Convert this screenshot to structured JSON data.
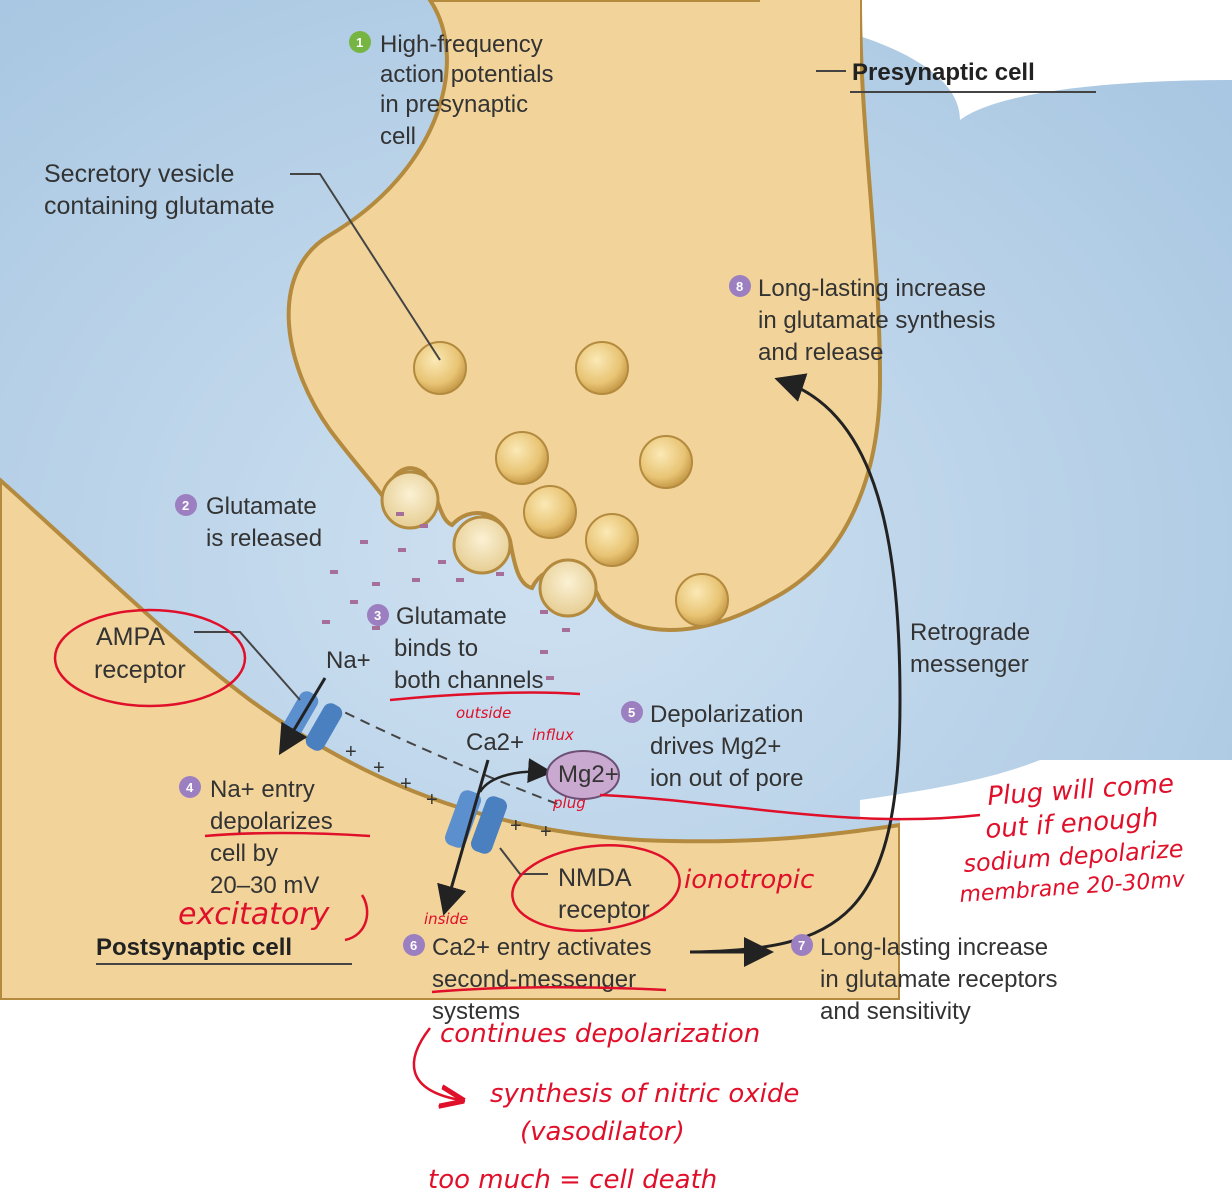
{
  "cells": {
    "presynaptic": "Presynaptic cell",
    "postsynaptic": "Postsynaptic cell"
  },
  "labels": {
    "vesicle": [
      "Secretory vesicle",
      "containing glutamate"
    ],
    "ampa": [
      "AMPA",
      "receptor"
    ],
    "nmda": [
      "NMDA",
      "receptor"
    ],
    "retrograde": [
      "Retrograde",
      "messenger"
    ],
    "na_ion": "Na+",
    "ca_ion": "Ca2+",
    "mg_ion": "Mg2+"
  },
  "steps": [
    {
      "num": "1",
      "lines": [
        "High-frequency",
        "action potentials",
        "in presynaptic",
        "cell"
      ],
      "color": "#76b542"
    },
    {
      "num": "2",
      "lines": [
        "Glutamate",
        "is released"
      ],
      "color": "#9b7fc0"
    },
    {
      "num": "3",
      "lines": [
        "Glutamate",
        "binds to",
        "both channels"
      ],
      "color": "#9b7fc0"
    },
    {
      "num": "4",
      "lines": [
        "Na+ entry",
        "depolarizes",
        "cell by",
        "20–30 mV"
      ],
      "color": "#9b7fc0"
    },
    {
      "num": "5",
      "lines": [
        "Depolarization",
        "drives Mg2+",
        "ion out of pore"
      ],
      "color": "#9b7fc0"
    },
    {
      "num": "6",
      "lines": [
        "Ca2+ entry activates",
        "second-messenger",
        "systems"
      ],
      "color": "#9b7fc0"
    },
    {
      "num": "7",
      "lines": [
        "Long-lasting increase",
        "in glutamate receptors",
        "and sensitivity"
      ],
      "color": "#9b7fc0"
    },
    {
      "num": "8",
      "lines": [
        "Long-lasting increase",
        "in glutamate synthesis",
        "and release"
      ],
      "color": "#9b7fc0"
    }
  ],
  "annotations": {
    "outside": "outside",
    "influx": "influx",
    "plug": "plug",
    "inside": "inside",
    "excitatory": "excitatory",
    "ionotropic": "ionotropic",
    "plug_note": [
      "Plug will come",
      "out if enough",
      "sodium depolarize",
      "membrane 20-30mv"
    ],
    "continues": "continues depolarization",
    "synthesis": [
      "synthesis of nitric oxide",
      "(vasodilator)"
    ],
    "too_much": "too much = cell death"
  },
  "colors": {
    "cleft": "#b9d3e9",
    "cell": "#f2d49b",
    "cell_edge": "#b38a3e",
    "channel": "#5b8fcd",
    "ink": "#e0102a",
    "step_purple": "#9b7fc0",
    "step_green": "#76b542"
  }
}
